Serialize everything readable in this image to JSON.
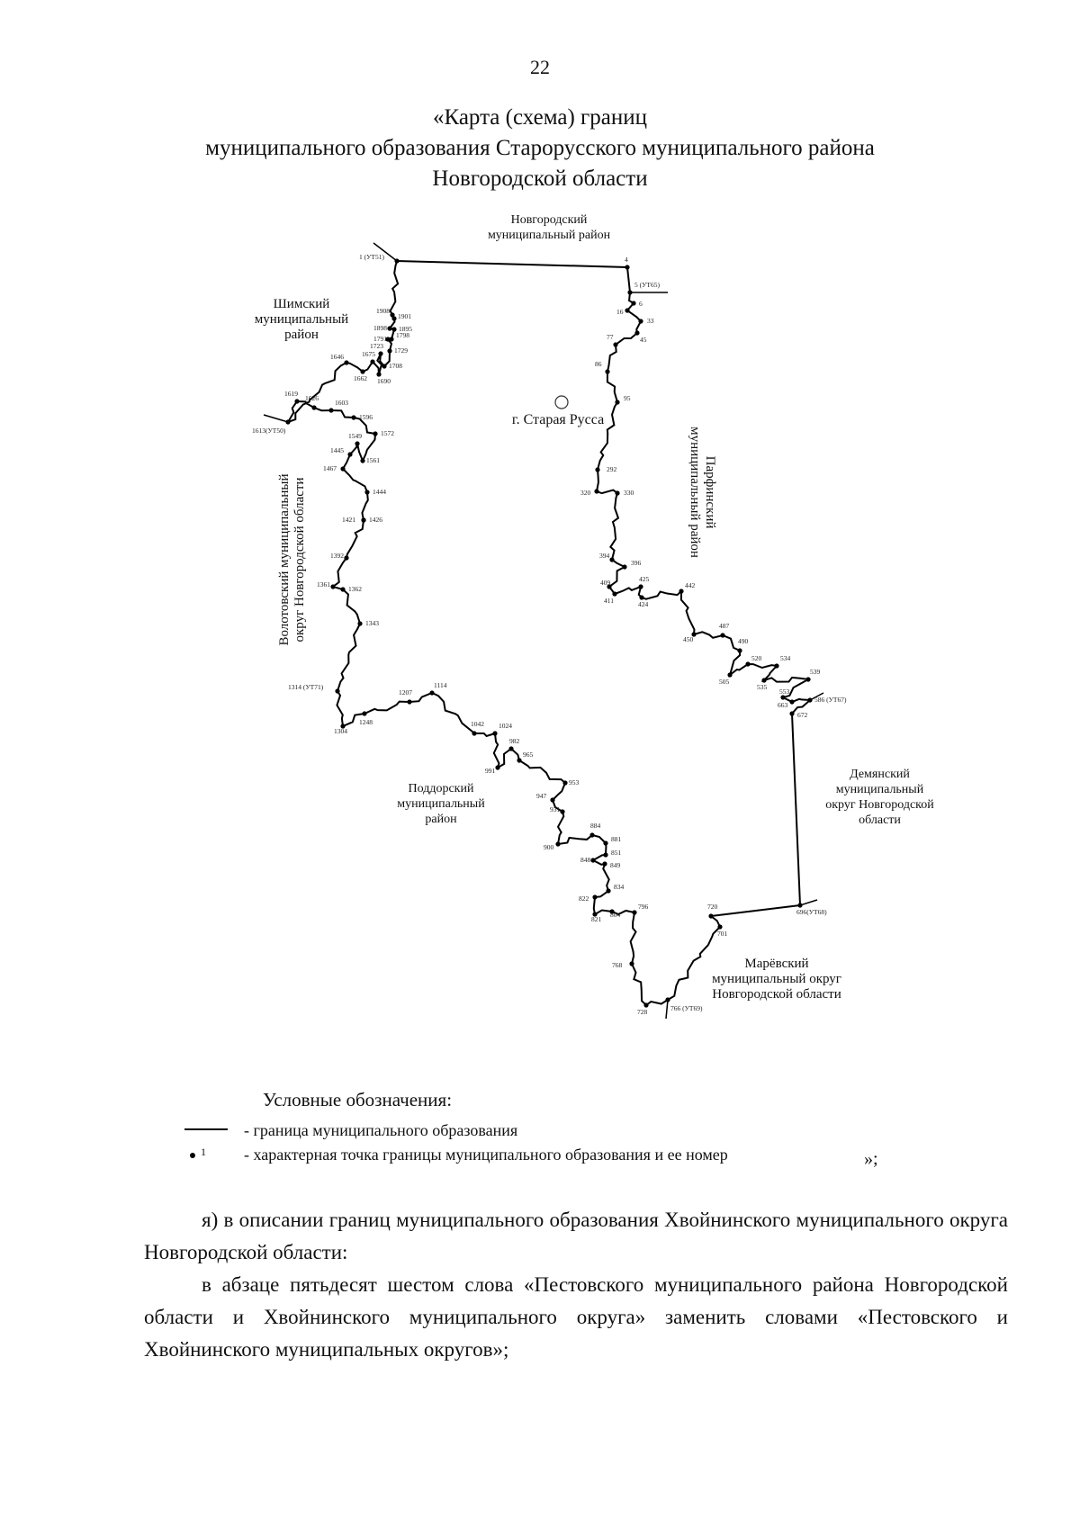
{
  "page_number": "22",
  "title": {
    "line1": "«Карта (схема) границ",
    "line2": "муниципального образования Старорусского муниципального района",
    "line3": "Новгородской области"
  },
  "map": {
    "regions": {
      "novgorodsky": "Новгородский муниципальный район",
      "shimsky": "Шимский муниципальный район",
      "city": "г. Старая Русса",
      "parfinsky": "Парфинский муниципальный район",
      "volotovsky": "Волотовский муниципальный округ Новгородской области",
      "poddorsky": "Поддорский муниципальный район",
      "demyansky": "Демянский муниципальный округ Новгородской области",
      "marevsky": "Марёвский муниципальный округ Новгородской области"
    },
    "points": [
      "1 (УТ51)",
      "4",
      "5 (УТ65)",
      "6",
      "16",
      "33",
      "45",
      "77",
      "86",
      "95",
      "292",
      "320",
      "330",
      "394",
      "396",
      "409",
      "411",
      "425",
      "424",
      "442",
      "450",
      "487",
      "490",
      "505",
      "520",
      "534",
      "535",
      "539",
      "553",
      "663",
      "586 (УТ67)",
      "672",
      "696(УТ68)",
      "720",
      "701",
      "766 (УТ69)",
      "728",
      "768",
      "796",
      "804",
      "821",
      "822",
      "834",
      "849",
      "848",
      "851",
      "881",
      "884",
      "900",
      "931",
      "947",
      "953",
      "965",
      "982",
      "991",
      "1024",
      "1042",
      "1114",
      "1207",
      "1248",
      "1304",
      "1314 (УТ71)",
      "1343",
      "1362",
      "1361",
      "1392",
      "1426",
      "1421",
      "1444",
      "1467",
      "1445",
      "1549",
      "1561",
      "1572",
      "1596",
      "1603",
      "1626",
      "1619",
      "1613(УТ50)",
      "1646",
      "1662",
      "1675",
      "1690",
      "1723",
      "1708",
      "1729",
      "1791",
      "1798",
      "1895",
      "1898",
      "1901",
      "1908"
    ]
  },
  "legend": {
    "title": "Условные обозначения:",
    "line_desc": "- граница муниципального образования",
    "point_sample": "1",
    "point_desc": "- характерная точка границы муниципального образования и ее номер",
    "closing": "»;"
  },
  "text": {
    "p1": "я) в описании границ муниципального образования Хвойнинского муниципального округа Новгородской области:",
    "p2": "в абзаце пятьдесят шестом слова «Пестовского муниципального района Новгородской области и Хвойнинского муниципального округа» заменить словами «Пестовского и Хвойнинского муниципальных округов»;"
  }
}
